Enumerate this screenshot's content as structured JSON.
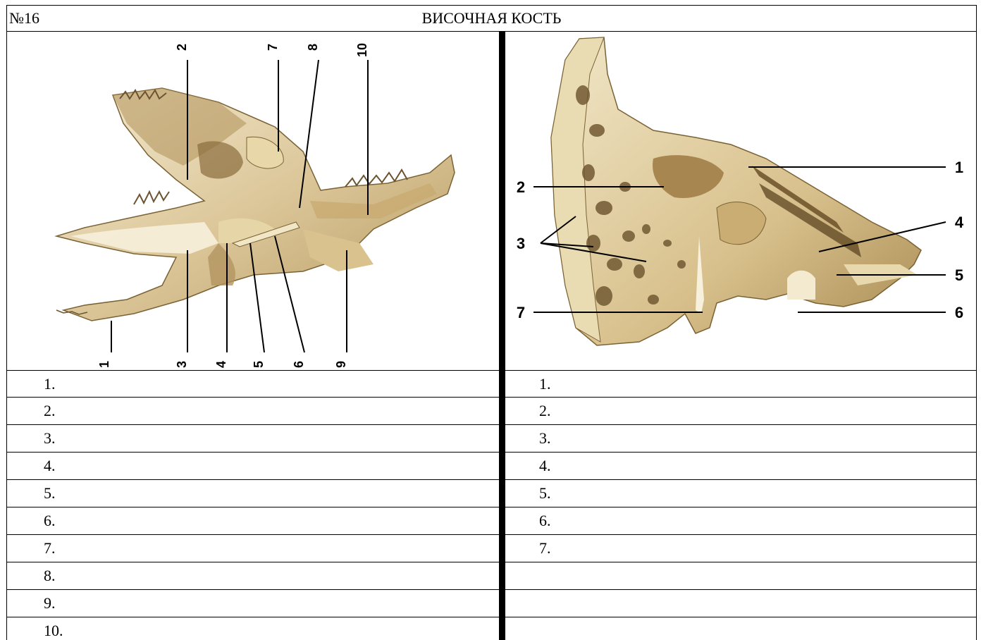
{
  "header": {
    "number": "№16",
    "title": "ВИСОЧНАЯ КОСТЬ"
  },
  "left_figure": {
    "callouts": [
      "1",
      "2",
      "3",
      "4",
      "5",
      "6",
      "7",
      "8",
      "9",
      "10"
    ]
  },
  "right_figure": {
    "callouts": [
      "1",
      "2",
      "3",
      "4",
      "5",
      "6",
      "7"
    ]
  },
  "left_list": [
    "1.",
    "2.",
    "3.",
    "4.",
    "5.",
    "6.",
    "7.",
    "8.",
    "9.",
    "10."
  ],
  "right_list": [
    "1.",
    "2.",
    "3.",
    "4.",
    "5.",
    "6.",
    "7.",
    "",
    "",
    ""
  ]
}
